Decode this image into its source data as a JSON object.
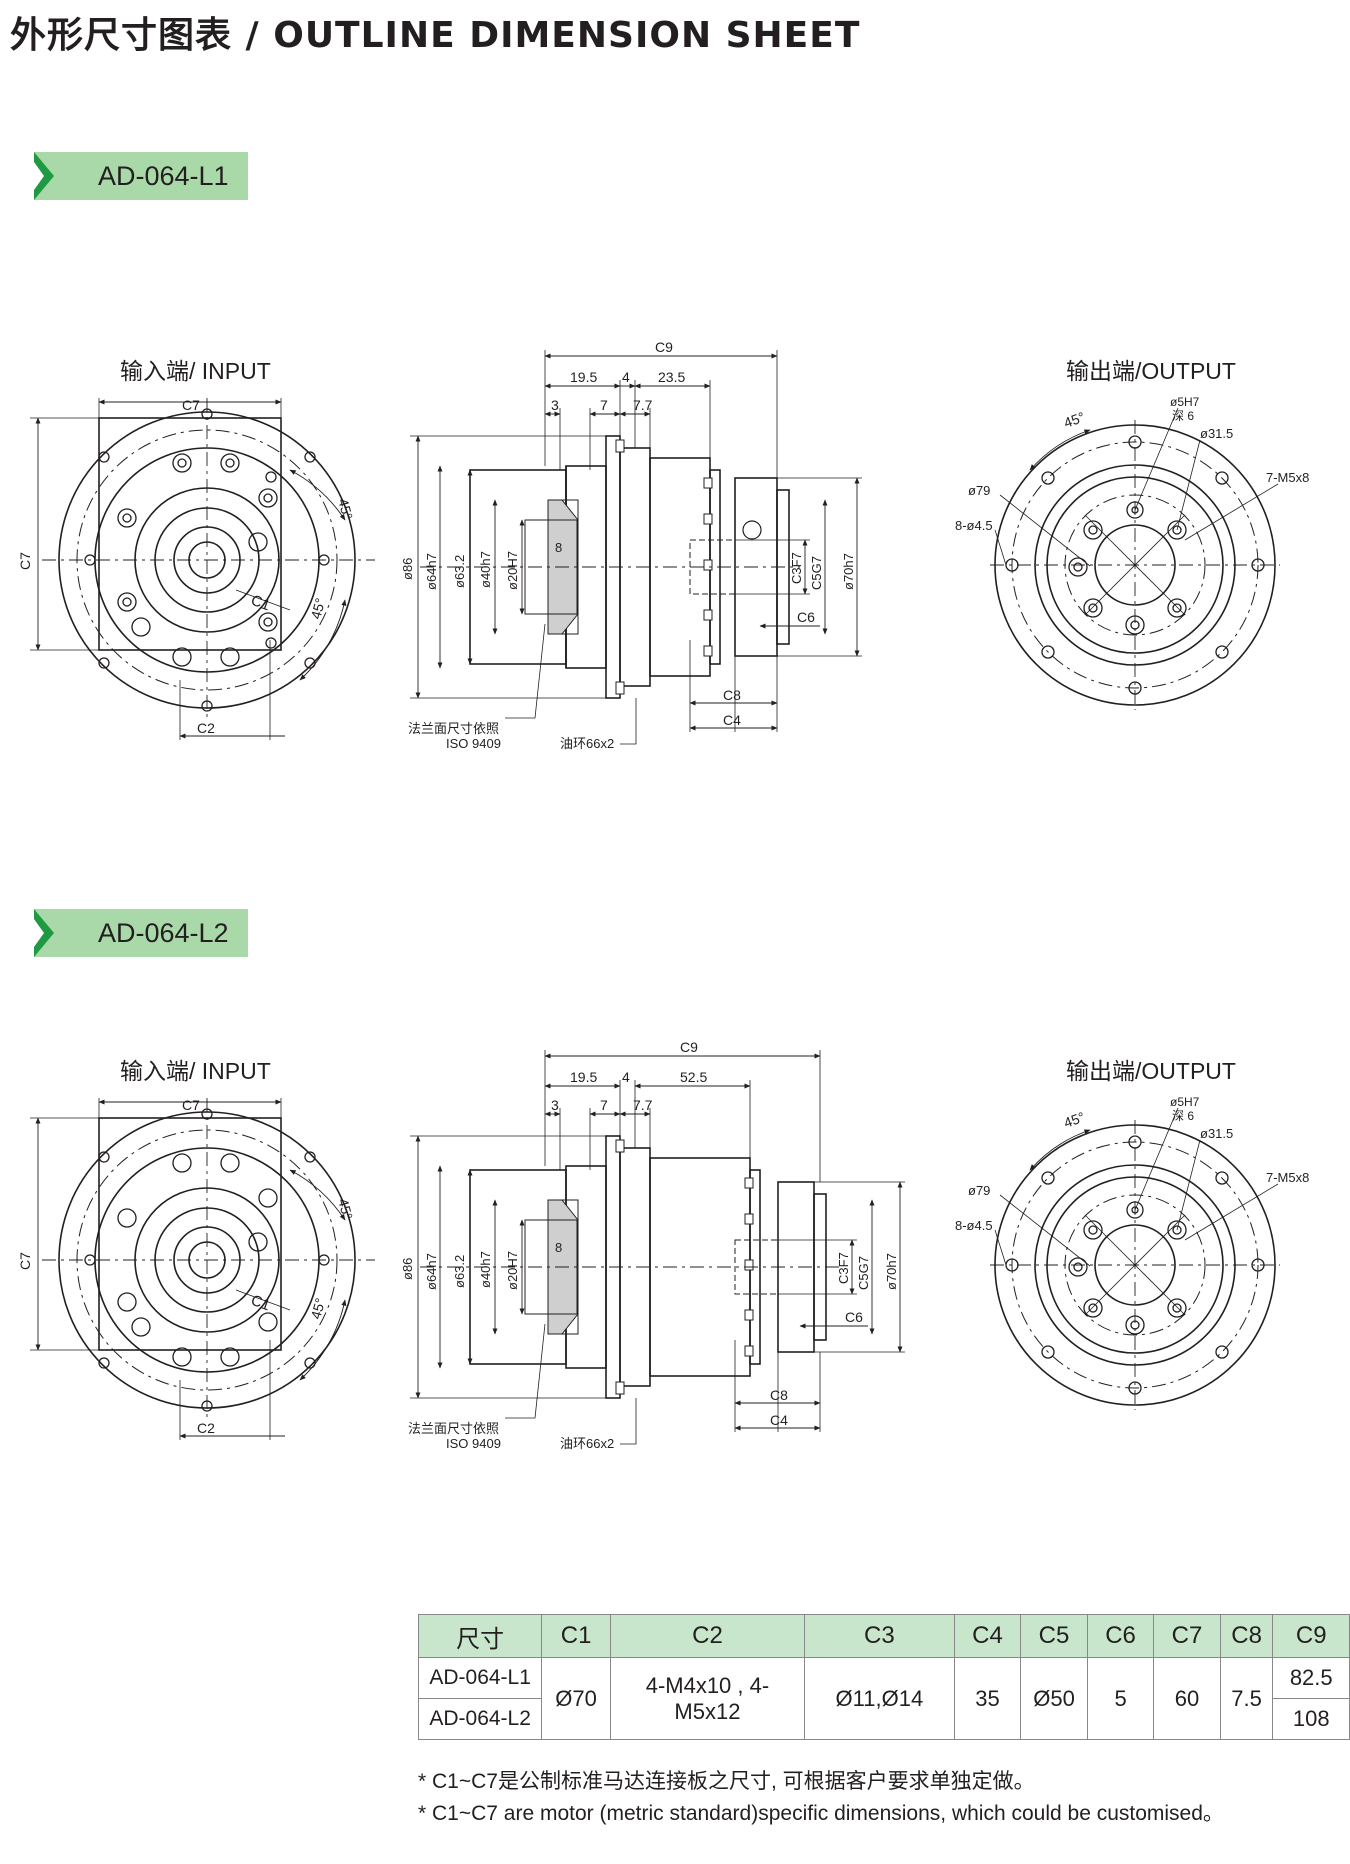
{
  "title": "外形尺寸图表 / OUTLINE DIMENSION SHEET",
  "sections": [
    {
      "model": "AD-064-L1",
      "input_label": "输入端/ INPUT",
      "output_label": "输出端/OUTPUT",
      "dims": {
        "c9": "C9",
        "d1": "19.5",
        "d2": "4",
        "d3": "23.5",
        "d4": "3",
        "d5": "7",
        "d6": "7.7"
      }
    },
    {
      "model": "AD-064-L2",
      "input_label": "输入端/ INPUT",
      "output_label": "输出端/OUTPUT",
      "dims": {
        "c9": "C9",
        "d1": "19.5",
        "d2": "4",
        "d3": "52.5",
        "d4": "3",
        "d5": "7",
        "d6": "7.7"
      }
    }
  ],
  "labels": {
    "c1": "C1",
    "c2": "C2",
    "c3": "C3F7",
    "c4": "C4",
    "c5": "C5G7",
    "c6": "C6",
    "c7": "C7",
    "c8": "C8",
    "angle": "45°",
    "d86": "ø86",
    "d64": "ø64h7",
    "d632": "ø63.2",
    "d40": "ø40h7",
    "d20": "ø20H7",
    "d70": "ø70h7",
    "eight": "8",
    "flange_note": "法兰面尺寸依照",
    "iso": "ISO 9409",
    "oring": "油环66x2",
    "hole5": "ø5H7",
    "depth6": "深 6",
    "d315": "ø31.5",
    "m5": "7-M5x8",
    "d79": "ø79",
    "holes45": "8-ø4.5"
  },
  "table": {
    "header": [
      "尺寸",
      "C1",
      "C2",
      "C3",
      "C4",
      "C5",
      "C6",
      "C7",
      "C8",
      "C9"
    ],
    "rows": [
      {
        "model": "AD-064-L1",
        "c9": "82.5"
      },
      {
        "model": "AD-064-L2",
        "c9": "108"
      }
    ],
    "shared": {
      "c1": "Ø70",
      "c2": "4-M4x10 , 4-M5x12",
      "c3": "Ø11,Ø14",
      "c4": "35",
      "c5": "Ø50",
      "c6": "5",
      "c7": "60",
      "c8": "7.5"
    }
  },
  "notes": [
    "* C1~C7是公制标准马达连接板之尺寸, 可根据客户要求单独定做。",
    "* C1~C7 are motor (metric standard)specific dimensions, which could be customised。"
  ],
  "colors": {
    "accent": "#1f9a43",
    "tag_bg": "#a9d8a9",
    "table_header": "#c8e6cc"
  }
}
